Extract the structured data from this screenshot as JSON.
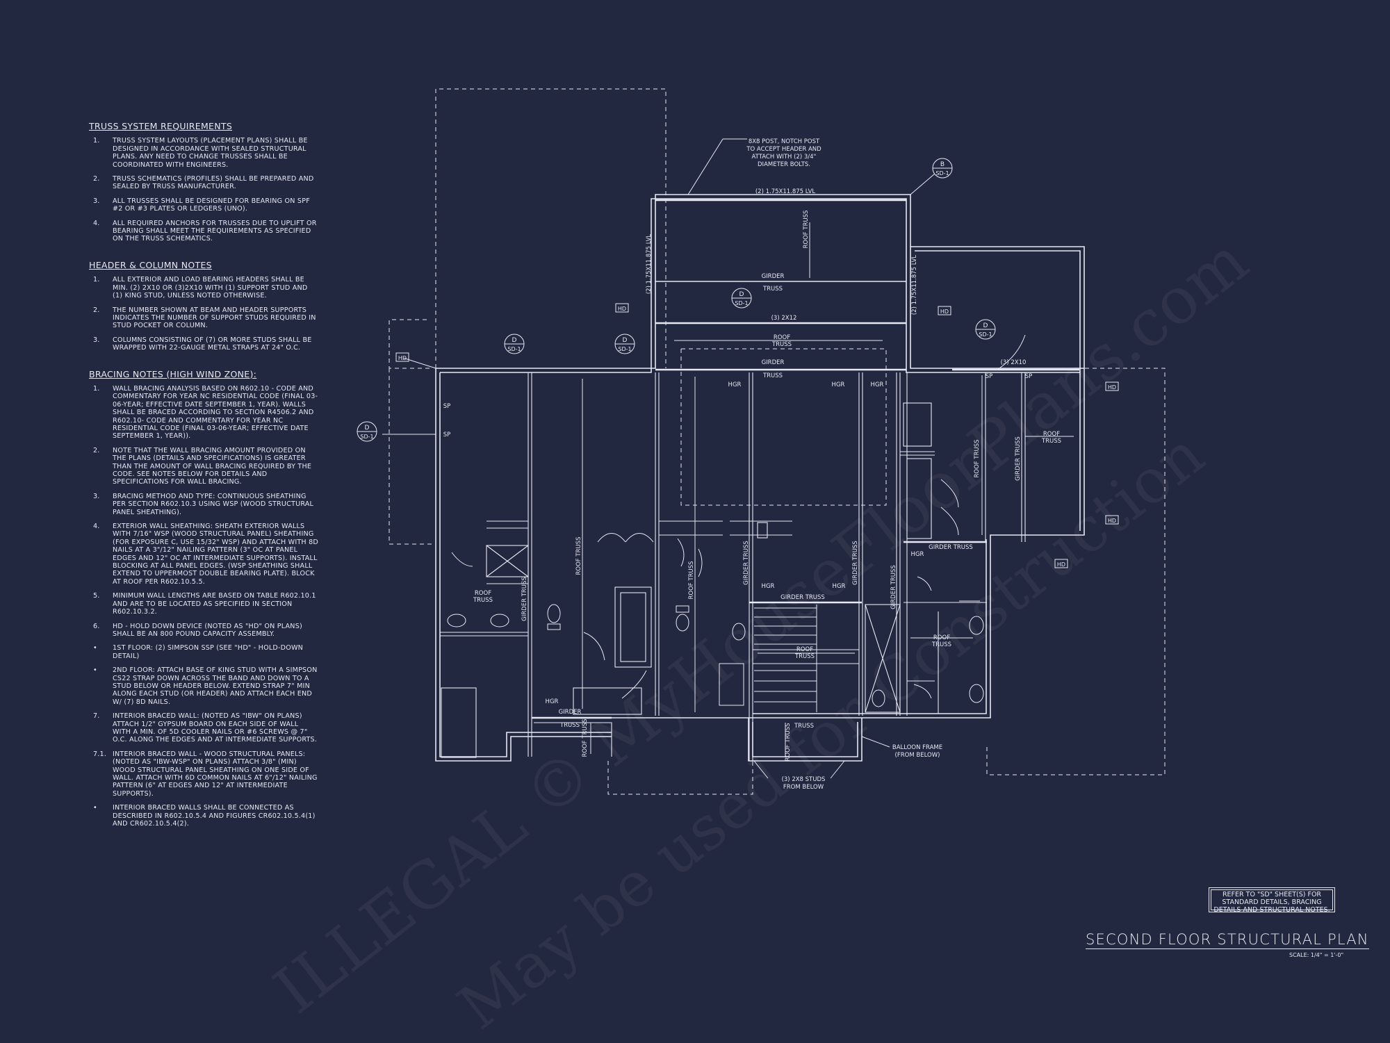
{
  "truss": {
    "title": "TRUSS SYSTEM REQUIREMENTS",
    "items": [
      {
        "n": "1.",
        "t": "TRUSS SYSTEM LAYOUTS (PLACEMENT PLANS) SHALL BE DESIGNED IN ACCORDANCE WITH SEALED STRUCTURAL PLANS. ANY NEED TO CHANGE TRUSSES SHALL BE COORDINATED WITH ENGINEERS."
      },
      {
        "n": "2.",
        "t": "TRUSS SCHEMATICS (PROFILES) SHALL BE PREPARED AND SEALED BY TRUSS MANUFACTURER."
      },
      {
        "n": "3.",
        "t": "ALL TRUSSES SHALL BE DESIGNED FOR BEARING ON SPF #2 OR #3 PLATES OR LEDGERS (UNO)."
      },
      {
        "n": "4.",
        "t": "ALL REQUIRED ANCHORS FOR TRUSSES DUE TO UPLIFT OR BEARING SHALL MEET THE REQUIREMENTS AS SPECIFIED ON THE TRUSS SCHEMATICS."
      }
    ]
  },
  "header": {
    "title": "HEADER & COLUMN NOTES",
    "items": [
      {
        "n": "1.",
        "t": "ALL EXTERIOR AND LOAD BEARING HEADERS SHALL BE MIN. (2) 2X10 OR (3)2X10 WITH (1) SUPPORT STUD AND (1) KING STUD, UNLESS NOTED OTHERWISE."
      },
      {
        "n": "2.",
        "t": "THE NUMBER SHOWN AT BEAM AND HEADER SUPPORTS INDICATES THE NUMBER OF SUPPORT STUDS REQUIRED IN STUD POCKET OR COLUMN."
      },
      {
        "n": "3.",
        "t": "COLUMNS CONSISTING OF (7) OR MORE STUDS SHALL BE WRAPPED WITH 22-GAUGE METAL STRAPS AT 24\" O.C."
      }
    ]
  },
  "bracing": {
    "title": "BRACING NOTES (HIGH WIND ZONE):",
    "items": [
      {
        "n": "1.",
        "t": "WALL BRACING ANALYSIS BASED ON R602.10 - CODE AND COMMENTARY FOR YEAR NC RESIDENTIAL CODE (FINAL 03-06-YEAR; EFFECTIVE DATE SEPTEMBER 1, YEAR). WALLS SHALL BE BRACED ACCORDING TO SECTION R4506.2 AND R602.10- CODE AND COMMENTARY FOR YEAR NC RESIDENTIAL CODE (FINAL 03-06-YEAR; EFFECTIVE DATE SEPTEMBER 1, YEAR))."
      },
      {
        "n": "2.",
        "t": "NOTE THAT THE WALL BRACING AMOUNT PROVIDED ON THE PLANS (DETAILS AND SPECIFICATIONS) IS GREATER THAN THE AMOUNT OF WALL BRACING REQUIRED BY THE CODE. SEE NOTES BELOW FOR DETAILS AND SPECIFICATIONS FOR WALL BRACING."
      },
      {
        "n": "3.",
        "t": "BRACING METHOD AND TYPE: CONTINUOUS SHEATHING PER SECTION R602.10.3 USING WSP (WOOD STRUCTURAL PANEL SHEATHING)."
      },
      {
        "n": "4.",
        "t": "EXTERIOR WALL SHEATHING: SHEATH EXTERIOR WALLS WITH 7/16\" WSP (WOOD STRUCTURAL PANEL) SHEATHING (FOR EXPOSURE C, USE 15/32\" WSP) AND ATTACH WITH 8D NAILS AT A 3\"/12\" NAILING PATTERN (3\" OC AT PANEL EDGES AND 12\" OC AT INTERMEDIATE SUPPORTS). INSTALL BLOCKING AT ALL PANEL EDGES. (WSP SHEATHING SHALL EXTEND TO UPPERMOST DOUBLE BEARING PLATE). BLOCK AT ROOF PER R602.10.5.5."
      },
      {
        "n": "5.",
        "t": "MINIMUM WALL LENGTHS ARE BASED ON TABLE R602.10.1 AND ARE TO BE LOCATED AS SPECIFIED IN SECTION R602.10.3.2."
      },
      {
        "n": "6.",
        "t": "HD - HOLD DOWN DEVICE (NOTED AS \"HD\" ON PLANS) SHALL BE AN 800 POUND CAPACITY ASSEMBLY."
      },
      {
        "n": "•",
        "t": "1ST FLOOR: (2) SIMPSON SSP (SEE \"HD\" - HOLD-DOWN DETAIL)"
      },
      {
        "n": "•",
        "t": "2ND FLOOR: ATTACH BASE OF KING STUD WITH A SIMPSON CS22 STRAP DOWN ACROSS THE BAND AND DOWN TO A STUD BELOW OR HEADER BELOW. EXTEND STRAP 7\" MIN ALONG EACH STUD (OR HEADER) AND ATTACH EACH END W/ (7) 8D NAILS."
      },
      {
        "n": "7.",
        "t": "INTERIOR BRACED WALL: (NOTED AS \"IBW\" ON PLANS) ATTACH 1/2\" GYPSUM BOARD ON EACH SIDE OF WALL WITH A MIN. OF 5D COOLER NAILS OR #6 SCREWS @ 7\" O.C. ALONG THE EDGES AND AT INTERMEDIATE SUPPORTS."
      },
      {
        "n": "7.1.",
        "t": "INTERIOR BRACED WALL - WOOD STRUCTURAL PANELS: (NOTED AS \"IBW-WSP\" ON PLANS) ATTACH 3/8\" (MIN) WOOD STRUCTURAL PANEL SHEATHING ON ONE SIDE OF WALL. ATTACH WITH 6D COMMON NAILS AT 6\"/12\" NAILING PATTERN (6\" AT EDGES AND 12\" AT INTERMEDIATE SUPPORTS)."
      },
      {
        "n": "•",
        "t": "INTERIOR BRACED WALLS SHALL BE CONNECTED AS DESCRIBED IN R602.10.5.4 AND FIGURES CR602.10.5.4(1) AND CR602.10.5.4(2)."
      }
    ]
  },
  "refbox": "REFER TO \"SD\" SHEET(S) FOR STANDARD DETAILS, BRACING DETAILS AND STRUCTURAL NOTES.",
  "plan_title": "SECOND FLOOR STRUCTURAL PLAN",
  "scale": "SCALE: 1/4\" = 1'-0\"",
  "watermark": {
    "line1": "ILLEGAL © MyHouseFloorPlans.com",
    "line2": "May be used for Construction"
  },
  "plan_labels": {
    "post_note": "8X8 POST, NOTCH POST TO ACCEPT HEADER AND ATTACH WITH (2) 3/4\" DIAMETER BOLTS.",
    "lvl_top": "(2) 1.75X11.875 LVL",
    "lvl_left": "(2) 1.75X11.875 LVL",
    "lvl_right": "(2) 1.75X11.875 LVL",
    "hdr_3_2x12": "(3) 2X12",
    "hdr_3_2x10": "(3) 2X10",
    "girder_truss": "GIRDER TRUSS",
    "roof_truss": "ROOF TRUSS",
    "balloon": "BALLOON FRAME (FROM BELOW)",
    "studs": "(3) 2X8 STUDS FROM BELOW",
    "hd": "HD",
    "hgr": "HGR",
    "sp": "SP",
    "bubble_d": "D",
    "bubble_b": "B",
    "bubble_sd": "SD-1"
  },
  "colors": {
    "background": "#222840",
    "line": "#e6e9f2"
  }
}
